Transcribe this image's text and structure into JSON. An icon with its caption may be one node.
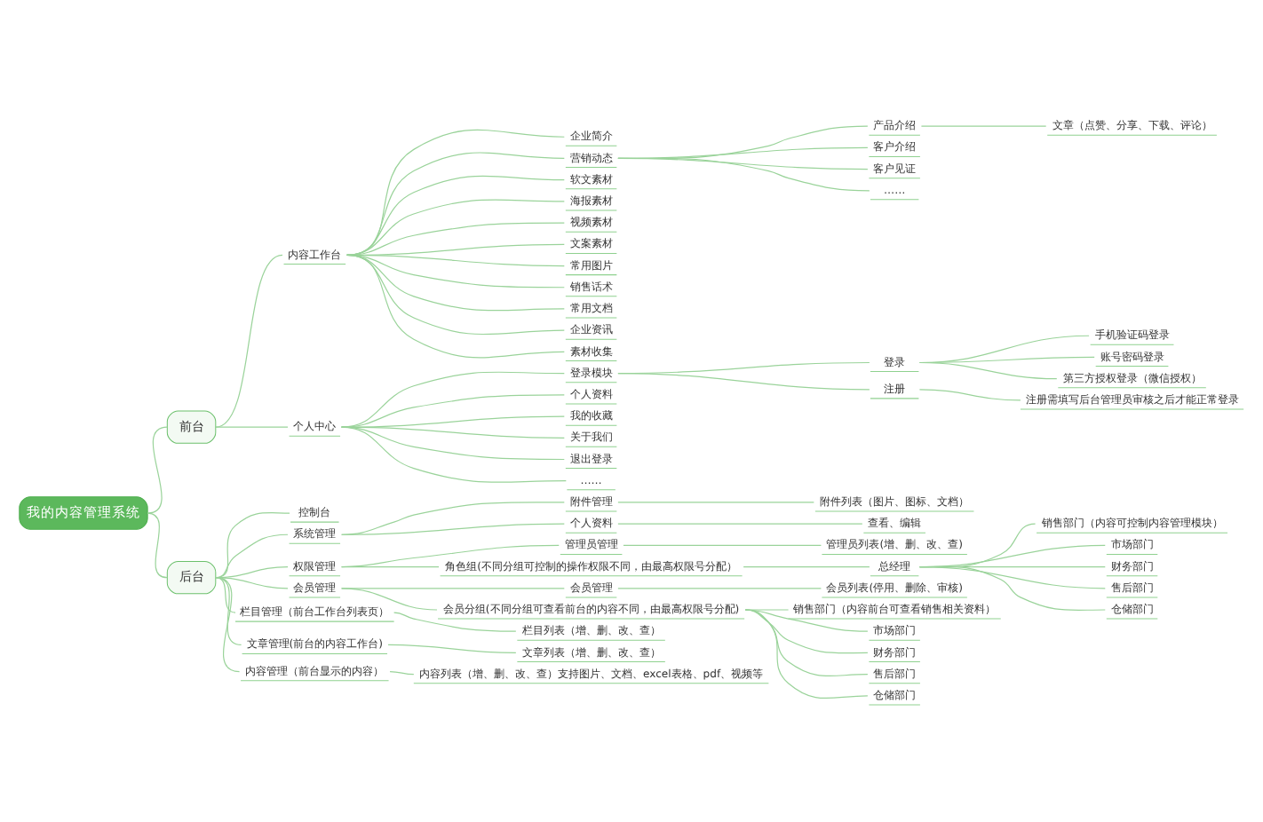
{
  "diagram": {
    "nodes": [
      {
        "text": [
          "我的内容管理系统"
        ]
      },
      {
        "text": [
          "前台"
        ]
      },
      {
        "text": [
          "内容工作台"
        ]
      },
      {
        "text": [
          "企业简介"
        ]
      },
      {
        "text": [
          "营销动态"
        ]
      },
      {
        "text": [
          "产品介绍"
        ]
      },
      {
        "text": [
          "文章（点赞、分享、下载、评论）"
        ]
      },
      {
        "text": [
          "客户介绍"
        ]
      },
      {
        "text": [
          "客户见证"
        ]
      },
      {
        "text": [
          "……"
        ]
      },
      {
        "text": [
          "软文素材"
        ]
      },
      {
        "text": [
          "海报素材"
        ]
      },
      {
        "text": [
          "视频素材"
        ]
      },
      {
        "text": [
          "文案素材"
        ]
      },
      {
        "text": [
          "常用图片"
        ]
      },
      {
        "text": [
          "销售话术"
        ]
      },
      {
        "text": [
          "常用文档"
        ]
      },
      {
        "text": [
          "企业资讯"
        ]
      },
      {
        "text": [
          "素材收集"
        ]
      },
      {
        "text": [
          "个人中心"
        ]
      },
      {
        "text": [
          "登录模块"
        ]
      },
      {
        "text": [
          "登录"
        ]
      },
      {
        "text": [
          "手机验证码登录"
        ]
      },
      {
        "text": [
          "账号密码登录"
        ]
      },
      {
        "text": [
          "第三方授权登录（微信授权）"
        ]
      },
      {
        "text": [
          "注册"
        ]
      },
      {
        "text": [
          "注册需填写后台管理员审核之后才能正常登录"
        ]
      },
      {
        "text": [
          "个人资料"
        ]
      },
      {
        "text": [
          "我的收藏"
        ]
      },
      {
        "text": [
          "关于我们"
        ]
      },
      {
        "text": [
          "退出登录"
        ]
      },
      {
        "text": [
          "……"
        ]
      },
      {
        "text": [
          "后台"
        ]
      },
      {
        "text": [
          "控制台"
        ]
      },
      {
        "text": [
          "系统管理"
        ]
      },
      {
        "text": [
          "附件管理"
        ]
      },
      {
        "text": [
          "附件列表（图片、图标、文档）"
        ]
      },
      {
        "text": [
          "个人资料"
        ]
      },
      {
        "text": [
          "查看、编辑"
        ]
      },
      {
        "text": [
          "权限管理"
        ]
      },
      {
        "text": [
          "管理员管理"
        ]
      },
      {
        "text": [
          "管理员列表(增、删、改、查)"
        ]
      },
      {
        "text": [
          "角色组(不同分组可控制的操作权限不同，由最高权限号分配）"
        ]
      },
      {
        "text": [
          "总经理"
        ]
      },
      {
        "text": [
          "销售部门（内容可控制内容管理模块）"
        ]
      },
      {
        "text": [
          "市场部门"
        ]
      },
      {
        "text": [
          "财务部门"
        ]
      },
      {
        "text": [
          "售后部门"
        ]
      },
      {
        "text": [
          "仓储部门"
        ]
      },
      {
        "text": [
          "会员管理"
        ]
      },
      {
        "text": [
          "会员管理"
        ]
      },
      {
        "text": [
          "会员列表(停用、删除、审核)"
        ]
      },
      {
        "text": [
          "会员分组(不同分组可查看前台的内容不同，由最高权限号分配)"
        ]
      },
      {
        "text": [
          "销售部门（内容前台可查看销售相关资料）"
        ]
      },
      {
        "text": [
          "市场部门"
        ]
      },
      {
        "text": [
          "财务部门"
        ]
      },
      {
        "text": [
          "售后部门"
        ]
      },
      {
        "text": [
          "仓储部门"
        ]
      },
      {
        "text": [
          "栏目管理（前台工作台列表页）"
        ]
      },
      {
        "text": [
          "栏目列表（增、删、改、查）"
        ]
      },
      {
        "text": [
          "文章管理(前台的内容工作台)"
        ]
      },
      {
        "text": [
          "文章列表（增、删、改、查）"
        ]
      },
      {
        "text": [
          "内容管理（前台显示的内容）"
        ]
      },
      {
        "text": [
          "内容列表（增、删、改、查）支持图片、文档、excel表格、pdf、视频等"
        ]
      }
    ],
    "edges": [
      {
        "from": 0,
        "to": 1,
        "arrow": "none"
      },
      {
        "from": 1,
        "to": 2,
        "arrow": "none"
      },
      {
        "from": 2,
        "to": 3,
        "arrow": "none"
      },
      {
        "from": 2,
        "to": 4,
        "arrow": "none"
      },
      {
        "from": 4,
        "to": 5,
        "arrow": "none"
      },
      {
        "from": 5,
        "to": 6,
        "arrow": "none"
      },
      {
        "from": 4,
        "to": 7,
        "arrow": "none"
      },
      {
        "from": 4,
        "to": 8,
        "arrow": "none"
      },
      {
        "from": 4,
        "to": 9,
        "arrow": "none"
      },
      {
        "from": 2,
        "to": 10,
        "arrow": "none"
      },
      {
        "from": 2,
        "to": 11,
        "arrow": "none"
      },
      {
        "from": 2,
        "to": 12,
        "arrow": "none"
      },
      {
        "from": 2,
        "to": 13,
        "arrow": "none"
      },
      {
        "from": 2,
        "to": 14,
        "arrow": "none"
      },
      {
        "from": 2,
        "to": 15,
        "arrow": "none"
      },
      {
        "from": 2,
        "to": 16,
        "arrow": "none"
      },
      {
        "from": 2,
        "to": 17,
        "arrow": "none"
      },
      {
        "from": 2,
        "to": 18,
        "arrow": "none"
      },
      {
        "from": 1,
        "to": 19,
        "arrow": "none"
      },
      {
        "from": 19,
        "to": 20,
        "arrow": "none"
      },
      {
        "from": 20,
        "to": 21,
        "arrow": "none"
      },
      {
        "from": 21,
        "to": 22,
        "arrow": "none"
      },
      {
        "from": 21,
        "to": 23,
        "arrow": "none"
      },
      {
        "from": 21,
        "to": 24,
        "arrow": "none"
      },
      {
        "from": 20,
        "to": 25,
        "arrow": "none"
      },
      {
        "from": 25,
        "to": 26,
        "arrow": "none"
      },
      {
        "from": 19,
        "to": 27,
        "arrow": "none"
      },
      {
        "from": 19,
        "to": 28,
        "arrow": "none"
      },
      {
        "from": 19,
        "to": 29,
        "arrow": "none"
      },
      {
        "from": 19,
        "to": 30,
        "arrow": "none"
      },
      {
        "from": 19,
        "to": 31,
        "arrow": "none"
      },
      {
        "from": 0,
        "to": 32,
        "arrow": "none"
      },
      {
        "from": 32,
        "to": 33,
        "arrow": "none"
      },
      {
        "from": 32,
        "to": 34,
        "arrow": "none"
      },
      {
        "from": 34,
        "to": 35,
        "arrow": "none"
      },
      {
        "from": 35,
        "to": 36,
        "arrow": "none"
      },
      {
        "from": 34,
        "to": 37,
        "arrow": "none"
      },
      {
        "from": 37,
        "to": 38,
        "arrow": "none"
      },
      {
        "from": 32,
        "to": 39,
        "arrow": "none"
      },
      {
        "from": 39,
        "to": 40,
        "arrow": "none"
      },
      {
        "from": 40,
        "to": 41,
        "arrow": "none"
      },
      {
        "from": 39,
        "to": 42,
        "arrow": "none"
      },
      {
        "from": 42,
        "to": 43,
        "arrow": "none"
      },
      {
        "from": 43,
        "to": 44,
        "arrow": "none"
      },
      {
        "from": 43,
        "to": 45,
        "arrow": "none"
      },
      {
        "from": 43,
        "to": 46,
        "arrow": "none"
      },
      {
        "from": 43,
        "to": 47,
        "arrow": "none"
      },
      {
        "from": 43,
        "to": 48,
        "arrow": "none"
      },
      {
        "from": 32,
        "to": 49,
        "arrow": "none"
      },
      {
        "from": 49,
        "to": 50,
        "arrow": "none"
      },
      {
        "from": 50,
        "to": 51,
        "arrow": "none"
      },
      {
        "from": 49,
        "to": 52,
        "arrow": "none"
      },
      {
        "from": 52,
        "to": 53,
        "arrow": "none"
      },
      {
        "from": 52,
        "to": 54,
        "arrow": "none"
      },
      {
        "from": 52,
        "to": 55,
        "arrow": "none"
      },
      {
        "from": 52,
        "to": 56,
        "arrow": "none"
      },
      {
        "from": 52,
        "to": 57,
        "arrow": "none"
      },
      {
        "from": 32,
        "to": 58,
        "arrow": "none"
      },
      {
        "from": 58,
        "to": 59,
        "arrow": "none"
      },
      {
        "from": 32,
        "to": 60,
        "arrow": "none"
      },
      {
        "from": 60,
        "to": 61,
        "arrow": "none"
      },
      {
        "from": 32,
        "to": 62,
        "arrow": "none"
      },
      {
        "from": 62,
        "to": 63,
        "arrow": "none"
      }
    ]
  }
}
